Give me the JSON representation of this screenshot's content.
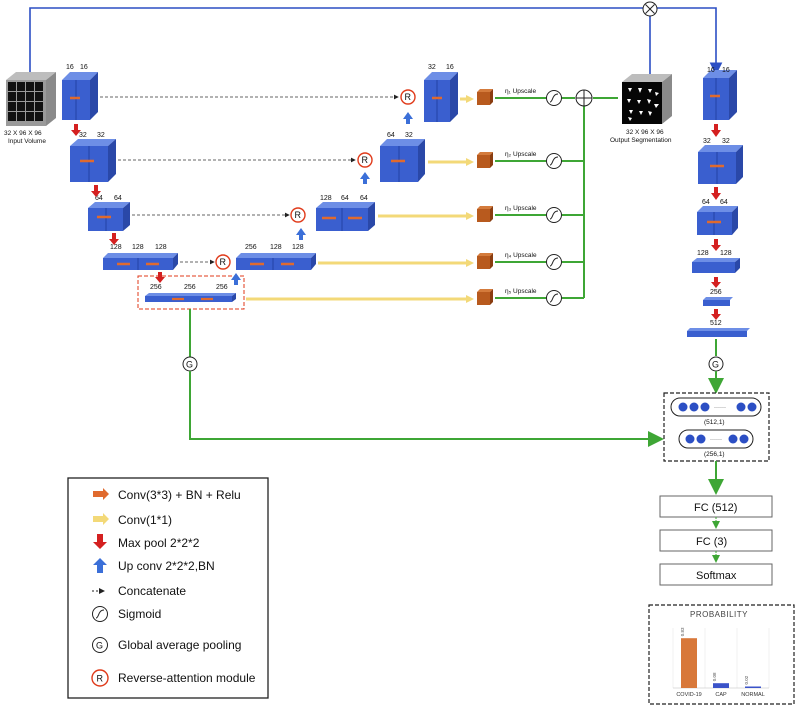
{
  "encoder": {
    "input_label_1": "32 X 96 X 96",
    "input_label_2": "Input Volume",
    "l1": [
      "16",
      "16"
    ],
    "l2": [
      "32",
      "32"
    ],
    "l3": [
      "64",
      "64"
    ],
    "l4": [
      "128",
      "128",
      "128"
    ],
    "l5": [
      "256",
      "256",
      "256"
    ]
  },
  "decoder": {
    "d4": [
      "256",
      "128",
      "128"
    ],
    "d3": [
      "128",
      "64",
      "64"
    ],
    "d2": [
      "64",
      "32"
    ],
    "d1": [
      "32",
      "16"
    ],
    "output_label_1": "32 X 96 X 96",
    "output_label_2": "Output Segmentation"
  },
  "upscale": [
    "η₁ Upscale",
    "η₂ Upscale",
    "η₃ Upscale",
    "η₄ Upscale",
    "η₅ Upscale"
  ],
  "symbols": {
    "R": "R",
    "G": "G",
    "multiply": "⊗",
    "plus": "⊕"
  },
  "classifier": {
    "c1": [
      "16",
      "16"
    ],
    "c2": [
      "32",
      "32"
    ],
    "c3": [
      "64",
      "64"
    ],
    "c4": [
      "128",
      "128"
    ],
    "c5": "256",
    "c6": "512",
    "fc_vec1_dots": "······",
    "fc_vec1_label": "(512,1)",
    "fc_vec2_dots": "······",
    "fc_vec2_label": "(256,1)",
    "fc1": "FC   (512)",
    "fc2": "FC    (3)",
    "softmax": "Softmax"
  },
  "legend": [
    "Conv(3*3) + BN + Relu",
    "Conv(1*1)",
    "Max pool 2*2*2",
    "Up conv 2*2*2,BN",
    "Concatenate",
    "Sigmoid",
    "Global average pooling",
    "Reverse-attention module"
  ],
  "chart_data": {
    "type": "bar",
    "title": "PROBABILITY",
    "categories": [
      "COVID-19",
      "CAP",
      "NORMAL"
    ],
    "values": [
      0.83,
      0.08,
      0.02
    ],
    "value_labels": [
      "0.83",
      "0.08",
      "0.02"
    ],
    "ylim": [
      0,
      1
    ],
    "colors": [
      "#d8783a",
      "#3b53c9",
      "#3b53c9"
    ]
  },
  "colors": {
    "block": "#3a5fcf",
    "conv_arrow": "#e06a2e",
    "conv1x1": "#f3d978",
    "maxpool": "#d42020",
    "upconv": "#3b6fd8",
    "green": "#3ea635",
    "skip_blue": "#2c4fc4",
    "upscale_box": "#b85a1e"
  }
}
